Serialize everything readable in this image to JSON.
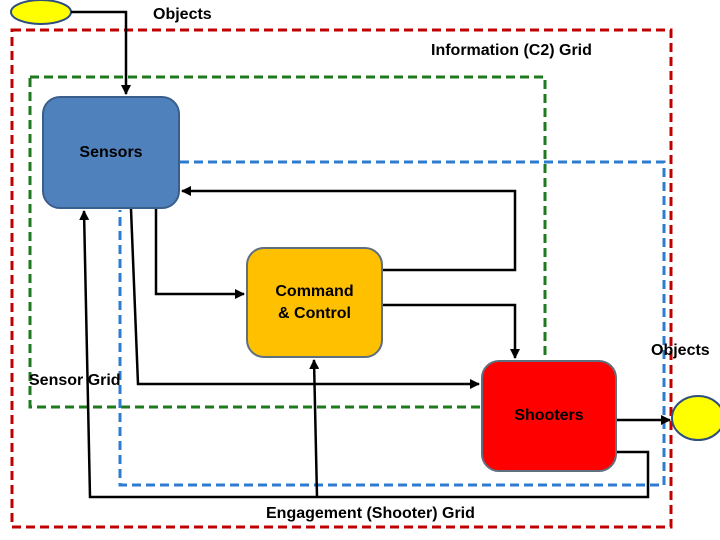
{
  "labels": {
    "objects_top": "Objects",
    "objects_right": "Objects",
    "info_grid": "Information (C2) Grid",
    "sensor_grid": "Sensor Grid",
    "engagement_grid": "Engagement (Shooter) Grid"
  },
  "nodes": {
    "sensors": "Sensors",
    "command_control": "Command\n& Control",
    "shooters": "Shooters"
  },
  "colors": {
    "info_grid_border": "#c00000",
    "sensor_grid_border": "#1e7a1e",
    "engagement_grid_border": "#2e7bd0",
    "sensors_fill": "#4f81bd",
    "command_control_fill": "#ffc000",
    "shooters_fill": "#ff0000",
    "objects_fill": "#ffff00",
    "arrow": "#000000"
  }
}
